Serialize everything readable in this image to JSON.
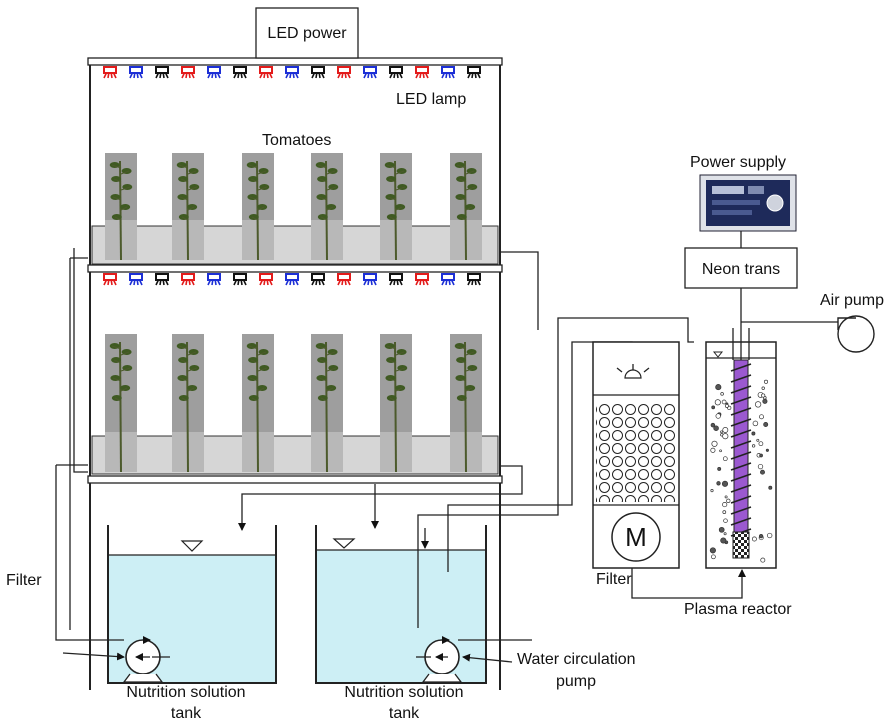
{
  "labels": {
    "led_power": "LED power",
    "led_lamp": "LED lamp",
    "tomatoes": "Tomatoes",
    "power_supply": "Power supply",
    "neon_trans": "Neon trans",
    "air_pump": "Air pump",
    "filter_left": "Filter",
    "filter_unit": "Filter",
    "plasma_reactor": "Plasma reactor",
    "water_pump_line1": "Water circulation",
    "water_pump_line2": "pump",
    "tank1_line1": "Nutrition solution",
    "tank1_line2": "tank",
    "tank2_line1": "Nutrition solution",
    "tank2_line2": "tank",
    "motor": "M"
  },
  "led_pattern": [
    "red",
    "blue",
    "black",
    "red",
    "blue",
    "black",
    "red",
    "blue",
    "black",
    "red",
    "blue",
    "black",
    "red",
    "blue",
    "black"
  ],
  "colors": {
    "led_red": "#e31b1b",
    "led_blue": "#1c2fd6",
    "led_black": "#111111",
    "water": "#cdeff5",
    "shelf_tray": "#d6d6d6",
    "plant_bg": "#9e9e9e",
    "plasma_coil": "#9b59d0"
  }
}
